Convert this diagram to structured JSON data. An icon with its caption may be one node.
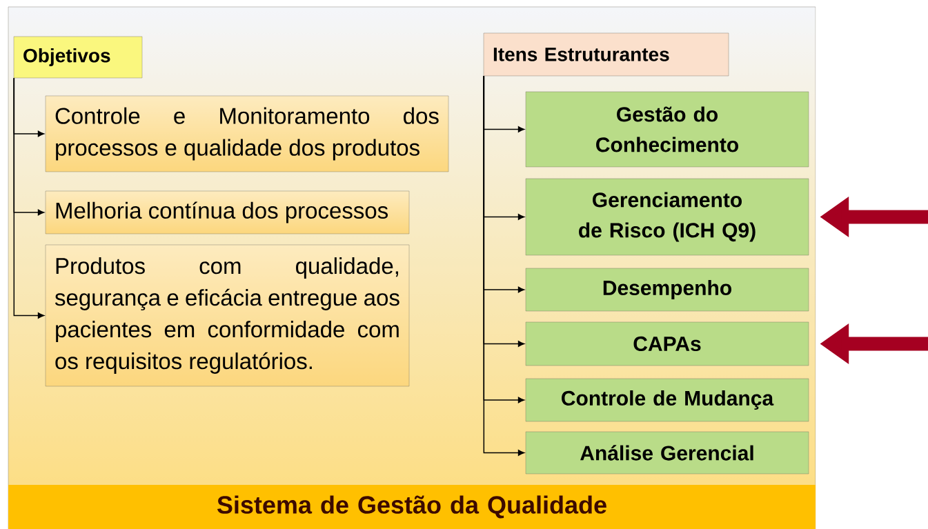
{
  "diagram": {
    "nodes": [
      {
        "text": [
          "Objetivos"
        ]
      },
      {
        "text": [
          "Controle e Monitoramento dos processos e qualidade dos produtos"
        ]
      },
      {
        "text": [
          "Melhoria contínua dos processos"
        ]
      },
      {
        "text": [
          "Produtos com qualidade, segurança e eficácia entregue aos pacientes em conformidade com os requisitos regulatórios."
        ]
      },
      {
        "text": [
          "Itens Estruturantes"
        ]
      },
      {
        "text": [
          "Gestão do Conhecimento"
        ]
      },
      {
        "text": [
          "Gerenciamento de Risco (ICH Q9)"
        ]
      },
      {
        "text": [
          "Desempenho"
        ]
      },
      {
        "text": [
          "CAPAs"
        ]
      },
      {
        "text": [
          "Controle de Mudança"
        ]
      },
      {
        "text": [
          "Análise Gerencial"
        ]
      },
      {
        "text": [
          "Sistema de Gestão da Qualidade"
        ]
      }
    ],
    "edges": [
      {
        "from": 0,
        "to": 1,
        "arrow": "to"
      },
      {
        "from": 0,
        "to": 2,
        "arrow": "to"
      },
      {
        "from": 0,
        "to": 3,
        "arrow": "to"
      },
      {
        "from": 4,
        "to": 5,
        "arrow": "to"
      },
      {
        "from": 4,
        "to": 6,
        "arrow": "to"
      },
      {
        "from": 4,
        "to": 7,
        "arrow": "to"
      },
      {
        "from": 4,
        "to": 8,
        "arrow": "to"
      },
      {
        "from": 4,
        "to": 9,
        "arrow": "to"
      },
      {
        "from": 4,
        "to": 10,
        "arrow": "to"
      },
      {
        "from": null,
        "to": 6,
        "arrow": "to",
        "style": "thick",
        "color": "#a50021"
      },
      {
        "from": null,
        "to": 8,
        "arrow": "to",
        "style": "thick",
        "color": "#a50021"
      }
    ]
  }
}
